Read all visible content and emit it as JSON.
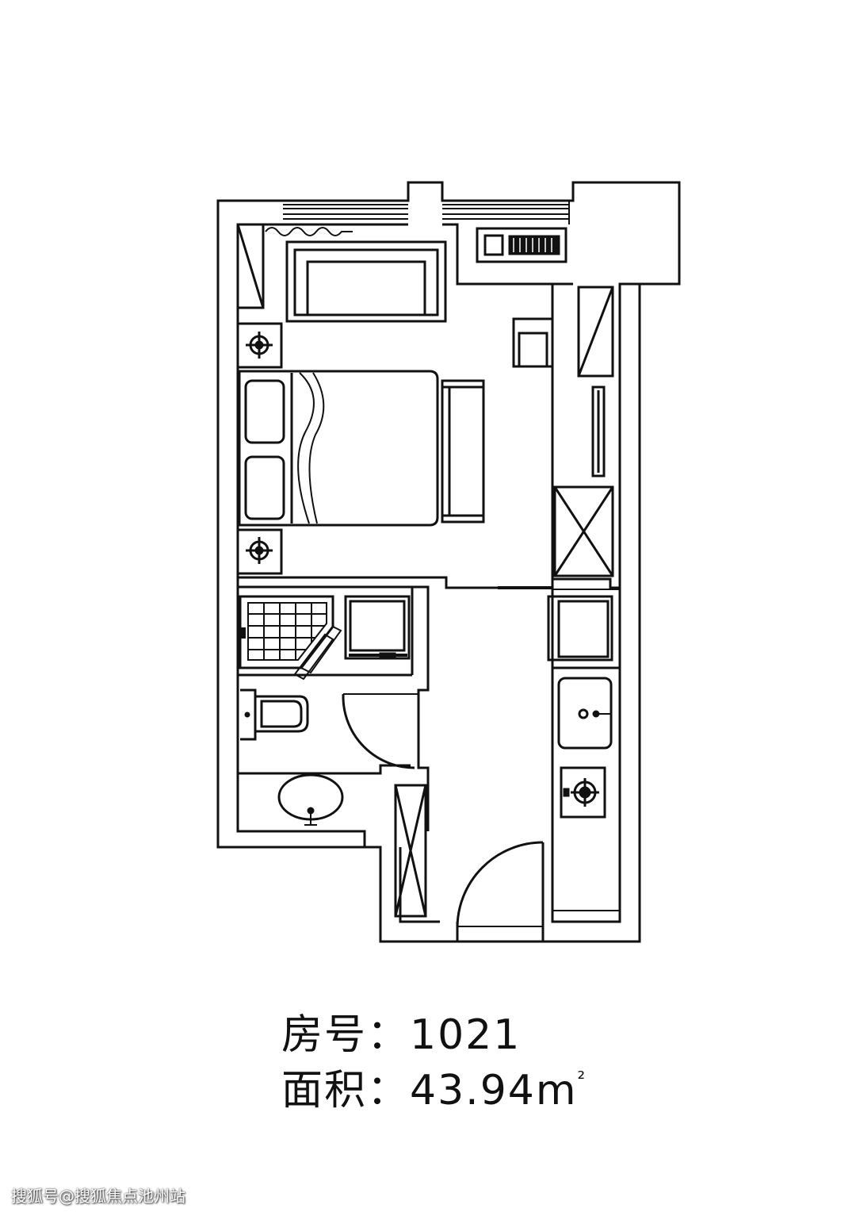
{
  "caption": {
    "room_label": "房号：",
    "room_number": "1021",
    "area_label": "面积：",
    "area_value": "43.94",
    "area_unit": "m",
    "area_unit_sup": "²"
  },
  "watermark": "搜狐号@搜狐焦点池州站",
  "colors": {
    "line": "#111111",
    "background": "#ffffff"
  }
}
